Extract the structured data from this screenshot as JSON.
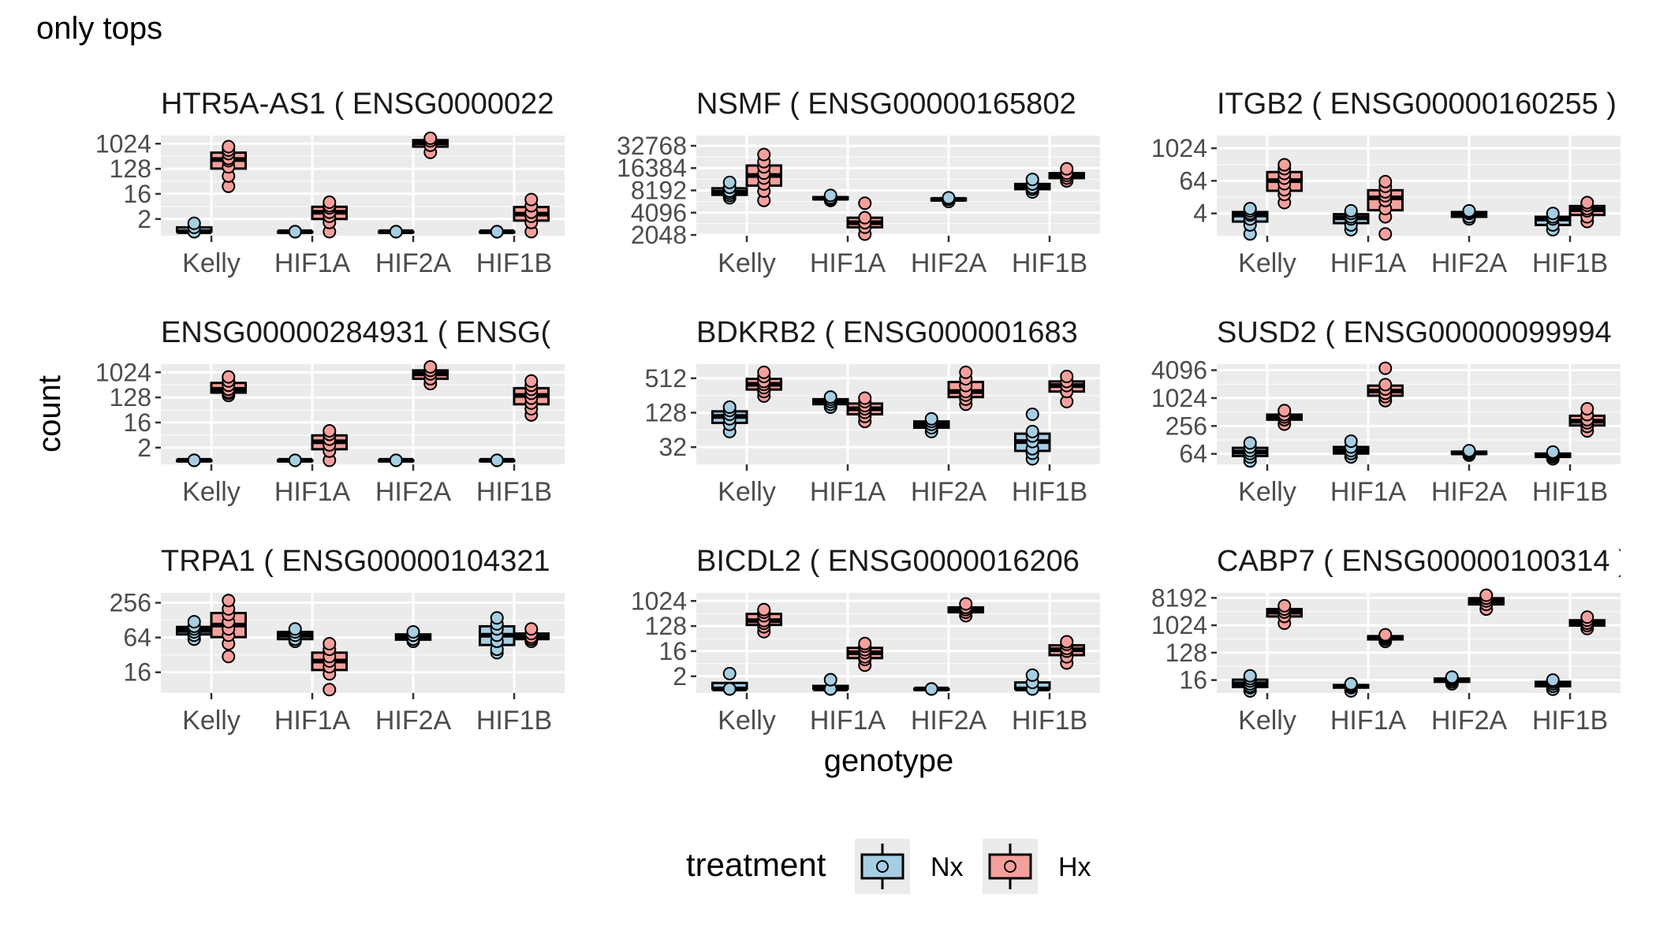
{
  "title": "only tops",
  "axis": {
    "xlabel": "genotype",
    "ylabel": "count"
  },
  "legend": {
    "title": "treatment",
    "position": "bottom",
    "items": [
      {
        "label": "Nx",
        "color": "#a6cee3"
      },
      {
        "label": "Hx",
        "color": "#f4a09c"
      }
    ]
  },
  "colors": {
    "panel_bg": "#ebebeb",
    "grid": "#ffffff",
    "nx": "#a6cee3",
    "hx": "#f4a09c"
  },
  "chart_data": {
    "type": "boxplot",
    "y_scale": "log2",
    "grid": "on",
    "categories": [
      "Kelly",
      "HIF1A",
      "HIF2A",
      "HIF1B"
    ],
    "series_names": [
      "Nx",
      "Hx"
    ],
    "panels": [
      {
        "title": "HTR5A-AS1 ( ENSG0000022",
        "yticks": [
          2,
          16,
          128,
          1024
        ],
        "ytick_labels": [
          "2",
          "16",
          "128",
          "1024"
        ],
        "ylim": [
          0.5,
          2000
        ],
        "groups": {
          "Kelly": {
            "Nx": [
              0.7,
              0.7,
              0.7,
              1.0,
              1.4
            ],
            "Hx": [
              30,
              70,
              150,
              250,
              300,
              450,
              600,
              800
            ]
          },
          "HIF1A": {
            "Nx": [
              0.7,
              0.7,
              0.7
            ],
            "Hx": [
              0.7,
              1.5,
              2.5,
              3.5,
              5,
              6,
              8
            ]
          },
          "HIF2A": {
            "Nx": [
              0.7,
              0.7,
              0.7
            ],
            "Hx": [
              500,
              900,
              1300,
              1600
            ]
          },
          "HIF1B": {
            "Nx": [
              0.7,
              0.7,
              0.7
            ],
            "Hx": [
              0.7,
              1.5,
              2.5,
              3.5,
              6,
              10
            ]
          }
        }
      },
      {
        "title": "NSMF ( ENSG00000165802",
        "yticks": [
          2048,
          4096,
          8192,
          16384,
          32768
        ],
        "ytick_labels": [
          "2048",
          "4096",
          "8192",
          "16384",
          "32768"
        ],
        "ylim": [
          2000,
          45000
        ],
        "groups": {
          "Kelly": {
            "Nx": [
              6500,
              7000,
              7500,
              8000,
              9000,
              10500
            ],
            "Hx": [
              6000,
              8000,
              10000,
              12000,
              14000,
              17000,
              20000,
              25000
            ]
          },
          "HIF1A": {
            "Nx": [
              6000,
              6300,
              6500,
              7000
            ],
            "Hx": [
              2100,
              2600,
              3000,
              3500,
              5500
            ]
          },
          "HIF2A": {
            "Nx": [
              5800,
              6200,
              6500
            ]
          },
          "HIF1B": {
            "Nx": [
              7800,
              8500,
              9000,
              10000,
              11500
            ],
            "Hx": [
              11000,
              12000,
              13000,
              14000,
              16000
            ]
          }
        }
      },
      {
        "title": "ITGB2 ( ENSG00000160255 )",
        "yticks": [
          4,
          64,
          1024
        ],
        "ytick_labels": [
          "4",
          "64",
          "1024"
        ],
        "ylim": [
          0.6,
          3000
        ],
        "groups": {
          "Kelly": {
            "Nx": [
              0.7,
              1.5,
              2.5,
              3.5,
              4,
              5,
              6
            ],
            "Hx": [
              10,
              20,
              30,
              50,
              80,
              120,
              180,
              250
            ]
          },
          "HIF1A": {
            "Nx": [
              1,
              1.5,
              2.5,
              3,
              4,
              5
            ],
            "Hx": [
              0.7,
              3,
              6,
              12,
              18,
              25,
              40,
              60
            ]
          },
          "HIF2A": {
            "Nx": [
              2.5,
              3,
              4,
              4.5,
              5
            ]
          },
          "HIF1B": {
            "Nx": [
              1,
              1.5,
              2.5,
              3,
              4
            ],
            "Hx": [
              2,
              3,
              5,
              6,
              8,
              10
            ]
          }
        }
      },
      {
        "title": "ENSG00000284931 ( ENSG(",
        "yticks": [
          2,
          16,
          128,
          1024
        ],
        "ytick_labels": [
          "2",
          "16",
          "128",
          "1024"
        ],
        "ylim": [
          0.5,
          2000
        ],
        "groups": {
          "Kelly": {
            "Nx": [
              0.7,
              0.7,
              0.7
            ],
            "Hx": [
              150,
              180,
              200,
              250,
              350,
              500,
              700
            ]
          },
          "HIF1A": {
            "Nx": [
              0.7,
              0.7
            ],
            "Hx": [
              0.7,
              1.5,
              2.5,
              4,
              6,
              8
            ]
          },
          "HIF2A": {
            "Nx": [
              0.7,
              0.7
            ],
            "Hx": [
              400,
              600,
              900,
              1200,
              1600
            ]
          },
          "HIF1B": {
            "Nx": [
              0.7,
              0.7
            ],
            "Hx": [
              30,
              50,
              80,
              120,
              180,
              250,
              350,
              500
            ]
          }
        }
      },
      {
        "title": "BDKRB2 ( ENSG000001683",
        "yticks": [
          32,
          128,
          512
        ],
        "ytick_labels": [
          "32",
          "128",
          "512"
        ],
        "ylim": [
          16,
          900
        ],
        "groups": {
          "Kelly": {
            "Nx": [
              60,
              80,
              100,
              120,
              140,
              160
            ],
            "Hx": [
              250,
              300,
              350,
              400,
              450,
              550,
              650
            ]
          },
          "HIF1A": {
            "Nx": [
              160,
              180,
              200,
              220,
              240
            ],
            "Hx": [
              90,
              110,
              130,
              150,
              170,
              200,
              230
            ]
          },
          "HIF2A": {
            "Nx": [
              60,
              70,
              80,
              90,
              100
            ],
            "Hx": [
              180,
              220,
              260,
              300,
              380,
              500,
              650
            ]
          },
          "HIF1B": {
            "Nx": [
              20,
              25,
              30,
              40,
              50,
              60,
              120
            ],
            "Hx": [
              200,
              300,
              380,
              450,
              550
            ]
          }
        }
      },
      {
        "title": "SUSD2 ( ENSG00000099994",
        "yticks": [
          64,
          256,
          1024,
          4096
        ],
        "ytick_labels": [
          "64",
          "256",
          "1024",
          "4096"
        ],
        "ylim": [
          38,
          5500
        ],
        "groups": {
          "Kelly": {
            "Nx": [
              45,
              55,
              65,
              75,
              90,
              110
            ],
            "Hx": [
              280,
              350,
              400,
              450,
              550
            ]
          },
          "HIF1A": {
            "Nx": [
              55,
              65,
              75,
              90,
              120
            ],
            "Hx": [
              900,
              1100,
              1300,
              1600,
              2000,
              4500
            ]
          },
          "HIF2A": {
            "Nx": [
              60,
              65,
              70,
              75
            ]
          },
          "HIF1B": {
            "Nx": [
              50,
              55,
              60,
              65,
              70
            ],
            "Hx": [
              200,
              250,
              300,
              350,
              450,
              600
            ]
          }
        }
      },
      {
        "title": "TRPA1 ( ENSG00000104321",
        "yticks": [
          16,
          64,
          256
        ],
        "ytick_labels": [
          "16",
          "64",
          "256"
        ],
        "ylim": [
          7,
          380
        ],
        "groups": {
          "Kelly": {
            "Nx": [
              60,
              70,
              80,
              90,
              100,
              120
            ],
            "Hx": [
              30,
              50,
              70,
              90,
              120,
              160,
              200,
              280
            ]
          },
          "HIF1A": {
            "Nx": [
              55,
              60,
              70,
              80,
              90
            ],
            "Hx": [
              8,
              15,
              20,
              25,
              30,
              40,
              50
            ]
          },
          "HIF2A": {
            "Nx": [
              55,
              60,
              70,
              80
            ]
          },
          "HIF1B": {
            "Nx": [
              35,
              40,
              55,
              70,
              90,
              110,
              140
            ],
            "Hx": [
              55,
              60,
              65,
              75,
              90
            ]
          }
        }
      },
      {
        "title": "BICDL2 ( ENSG0000016206",
        "yticks": [
          2,
          16,
          128,
          1024
        ],
        "ytick_labels": [
          "2",
          "16",
          "128",
          "1024"
        ],
        "ylim": [
          0.5,
          2000
        ],
        "groups": {
          "Kelly": {
            "Nx": [
              0.7,
              0.7,
              0.7,
              2.5
            ],
            "Hx": [
              80,
              120,
              160,
              200,
              300,
              400,
              500
            ]
          },
          "HIF1A": {
            "Nx": [
              0.7,
              0.7,
              0.7,
              1.5
            ],
            "Hx": [
              5,
              8,
              10,
              14,
              18,
              24,
              30
            ]
          },
          "HIF2A": {
            "Nx": [
              0.7,
              0.7,
              0.7
            ],
            "Hx": [
              300,
              400,
              500,
              600,
              800
            ]
          },
          "HIF1B": {
            "Nx": [
              0.7,
              0.7,
              0.7,
              1.2,
              2.2
            ],
            "Hx": [
              6,
              10,
              16,
              20,
              28,
              35
            ]
          }
        }
      },
      {
        "title": "CABP7 ( ENSG00000100314 )",
        "yticks": [
          16,
          128,
          1024,
          8192
        ],
        "ytick_labels": [
          "16",
          "128",
          "1024",
          "8192"
        ],
        "ylim": [
          6,
          12000
        ],
        "groups": {
          "Kelly": {
            "Nx": [
              7,
              9,
              10,
              12,
              15,
              18,
              22
            ],
            "Hx": [
              1200,
              2000,
              2800,
              3500,
              4500
            ]
          },
          "HIF1A": {
            "Nx": [
              7,
              9,
              10,
              11,
              12
            ],
            "Hx": [
              300,
              350,
              400,
              450,
              500
            ]
          },
          "HIF2A": {
            "Nx": [
              12,
              14,
              16,
              18,
              20
            ],
            "Hx": [
              3500,
              5000,
              6500,
              8000,
              10000
            ]
          },
          "HIF1B": {
            "Nx": [
              8,
              10,
              12,
              14,
              16
            ],
            "Hx": [
              800,
              1000,
              1200,
              1500,
              1900
            ]
          }
        }
      }
    ]
  }
}
